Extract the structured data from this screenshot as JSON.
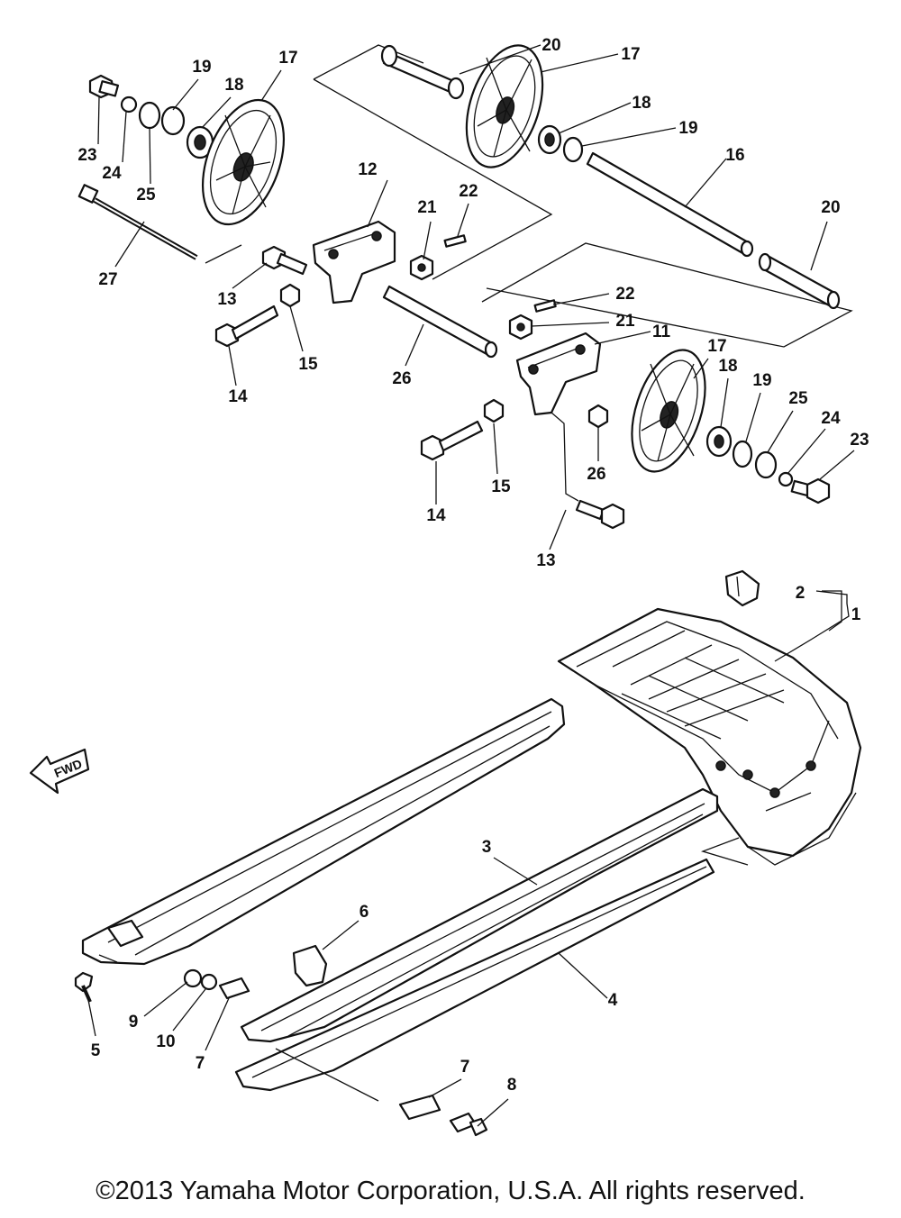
{
  "callouts": [
    "1",
    "2",
    "3",
    "4",
    "5",
    "6",
    "7",
    "8",
    "9",
    "10",
    "11",
    "12",
    "13",
    "14",
    "15",
    "16",
    "17",
    "18",
    "19",
    "20",
    "21",
    "22",
    "23",
    "24",
    "25",
    "26",
    "27"
  ],
  "fwd_label": "FWD",
  "copyright": "©2013 Yamaha Motor Corporation, U.S.A. All rights reserved."
}
